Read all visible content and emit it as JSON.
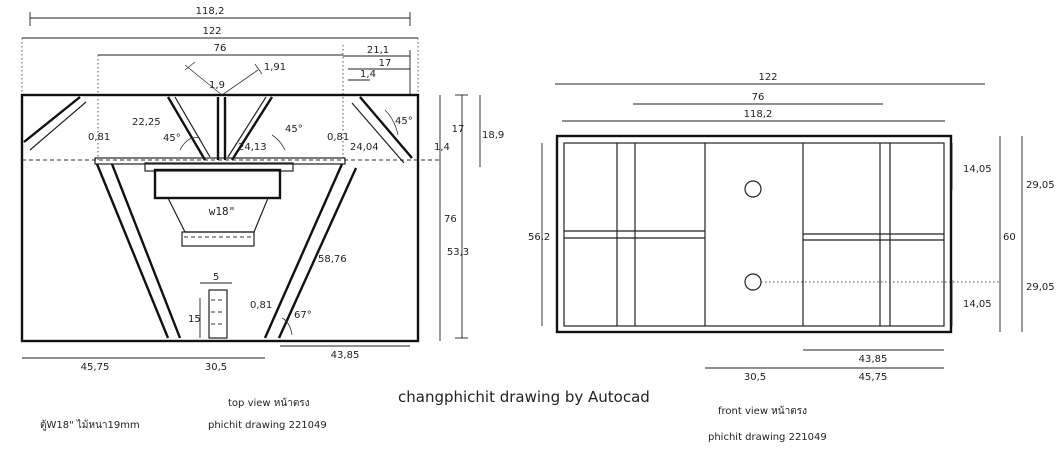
{
  "top_view": {
    "dims": {
      "d118_2": "118,2",
      "d122": "122",
      "d76": "76",
      "d21_1": "21,1",
      "d17a": "17",
      "d1_4a": "1,4",
      "d1_9": "1,9",
      "d1_91": "1,91",
      "d22_25": "22,25",
      "d45a": "45°",
      "d45b": "45°",
      "d45c": "45°",
      "d24_13": "24,13",
      "d0_81a": "0,81",
      "d0_81b": "0,81",
      "d24_04": "24,04",
      "d1_4b": "1,4",
      "d17b": "17",
      "d18_9": "18,9",
      "d76v": "76",
      "d53_3": "53,3",
      "d58_76": "58,76",
      "d5": "5",
      "d15": "15",
      "d0_81c": "0,81",
      "d67": "67°",
      "d45_75": "45,75",
      "d30_5": "30,5",
      "d43_85": "43,85"
    },
    "driver_label": "w18\"",
    "caption": "top view หน้าตรง",
    "sub_caption": "phichit drawing 221049",
    "note": "ตู้W18\" ไม้หนา19mm"
  },
  "center_caption": "changphichit drawing by Autocad",
  "front_view": {
    "dims": {
      "d122": "122",
      "d76": "76",
      "d118_2": "118,2",
      "d56_2": "56,2",
      "d14_05a": "14,05",
      "d14_05b": "14,05",
      "d29_05a": "29,05",
      "d29_05b": "29,05",
      "d60": "60",
      "d43_85": "43,85",
      "d30_5": "30,5",
      "d45_75": "45,75"
    },
    "caption": "front view หน้าตรง",
    "sub_caption": "phichit drawing 221049"
  }
}
